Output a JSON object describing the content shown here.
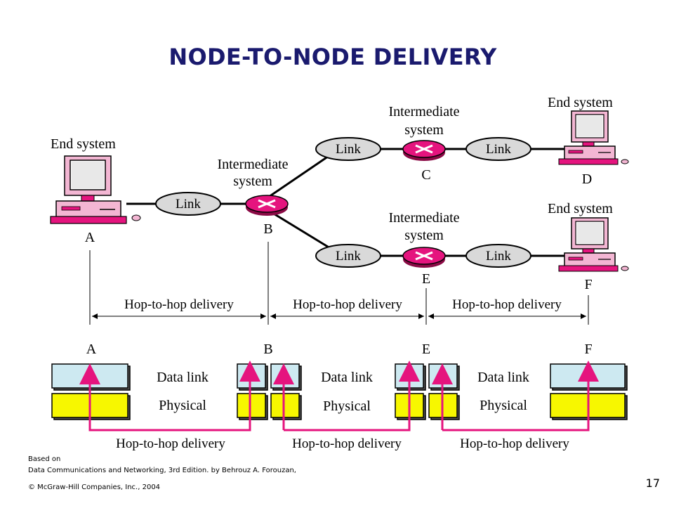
{
  "slide": {
    "title": "NODE-TO-NODE DELIVERY",
    "page_number": "17"
  },
  "diagram": {
    "end_system_label": "End system",
    "intermediate_label_line1": "Intermediate",
    "intermediate_label_line2": "system",
    "link_label": "Link",
    "node_a": "A",
    "node_b": "B",
    "node_c": "C",
    "node_d": "D",
    "node_e": "E",
    "node_f": "F",
    "hop_label": "Hop-to-hop delivery",
    "data_link_label": "Data link",
    "physical_label": "Physical"
  },
  "colors": {
    "title": "#1a1a6e",
    "data_link_layer": "#cde9f1",
    "physical_layer": "#f7f700",
    "arrow": "#e5147e",
    "router": "#e5147e",
    "computer": "#e5147e",
    "link_ellipse": "#d9d9d9"
  },
  "footer": {
    "based_on": "Based on",
    "source": "Data Communications  and Networking, 3rd Edition. by Behrouz A. Forouzan,",
    "copyright": "© McGraw-Hill Companies, Inc., 2004"
  }
}
